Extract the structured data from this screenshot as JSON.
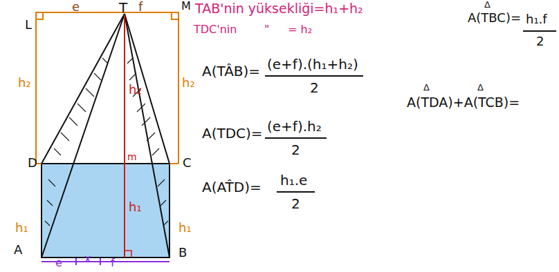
{
  "diagram": {
    "labels": [
      "L",
      "e",
      "T",
      "f",
      "M",
      "h₂",
      "h₂",
      "D",
      "C",
      "h₁",
      "h₁",
      "h₂",
      "m",
      "h₁",
      "A",
      "B",
      "e",
      "x",
      "f",
      "TAB'nin yüksekliği=h₁+h₂",
      "TDC'nin",
      "\"",
      "= h₂",
      "A(TÂB)=",
      "(e+f).(h₁+h₂)",
      "2",
      "A(TDC)=",
      "(e+f).h₂",
      "2",
      "A(AT̂D)=",
      "h₁.e",
      "2",
      "Δ",
      "A(TBC)=",
      "h₁.f",
      "2",
      "Δ",
      "Δ",
      "A(TDA)+A(TCB)="
    ]
  }
}
